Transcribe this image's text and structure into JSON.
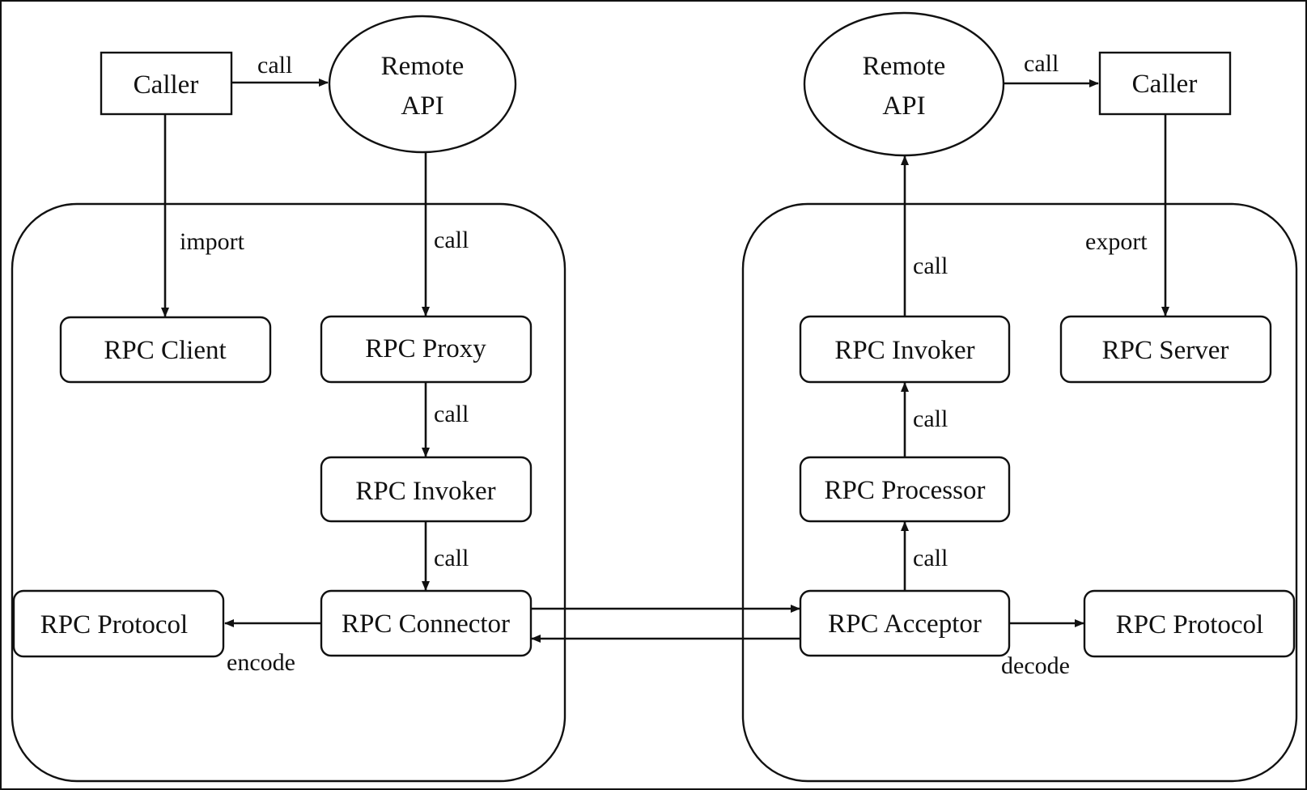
{
  "nodes": {
    "caller_left": "Caller",
    "remote_api_left": [
      "Remote",
      "API"
    ],
    "rpc_client": "RPC Client",
    "rpc_proxy": "RPC Proxy",
    "rpc_invoker_left": "RPC Invoker",
    "rpc_connector": "RPC Connector",
    "rpc_protocol_left": "RPC Protocol",
    "remote_api_right": [
      "Remote",
      "API"
    ],
    "caller_right": "Caller",
    "rpc_invoker_right": "RPC Invoker",
    "rpc_server": "RPC Server",
    "rpc_processor": "RPC Processor",
    "rpc_acceptor": "RPC Acceptor",
    "rpc_protocol_right": "RPC Protocol"
  },
  "edges": {
    "caller_to_remote_left": "call",
    "caller_to_client": "import",
    "remote_to_proxy": "call",
    "proxy_to_invoker": "call",
    "invoker_to_connector": "call",
    "connector_to_protocol": "encode",
    "remote_to_caller_right": "call",
    "invoker_to_remote_right": "call",
    "caller_to_server": "export",
    "processor_to_invoker": "call",
    "acceptor_to_processor": "call",
    "acceptor_to_protocol": "decode"
  }
}
